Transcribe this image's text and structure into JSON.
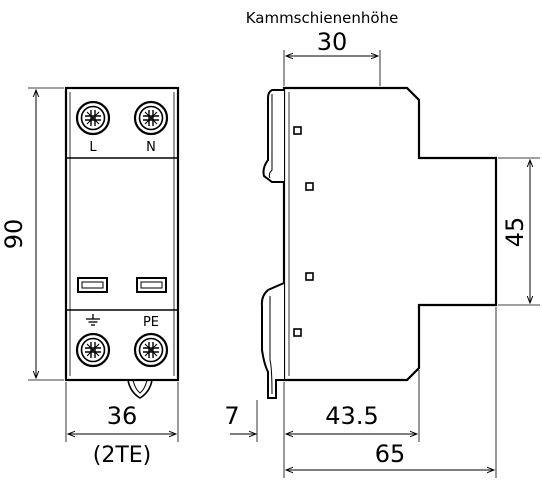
{
  "front_view": {
    "terminal_top_left": "L",
    "terminal_top_right": "N",
    "terminal_bottom_right": "PE",
    "height_dim": "90",
    "width_dim": "36",
    "width_units": "(2TE)"
  },
  "side_view": {
    "busbar_label": "Kammschienenhöhe",
    "busbar_dim": "30",
    "profile_dim": "45",
    "offset_dim": "7",
    "depth_dim": "43.5",
    "total_depth_dim": "65"
  }
}
